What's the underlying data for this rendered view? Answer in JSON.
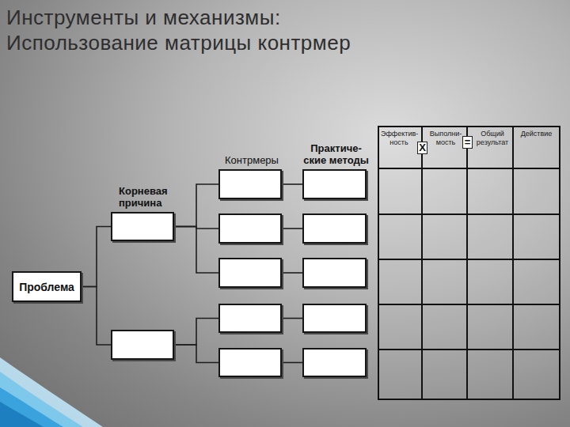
{
  "diagram": {
    "title": "Инструменты и механизмы: Использование матрицы контрмер",
    "nodes": [
      {
        "text": [
          "Проблема"
        ]
      },
      {
        "text": [
          "Корневая причина"
        ]
      },
      {
        "text": []
      },
      {
        "text": [
          "Контрмеры"
        ]
      },
      {
        "text": [
          "Практиче- ские методы"
        ]
      },
      {
        "text": []
      },
      {
        "text": []
      },
      {
        "text": []
      },
      {
        "text": []
      },
      {
        "text": []
      },
      {
        "text": []
      },
      {
        "text": []
      },
      {
        "text": []
      }
    ],
    "edges": [
      {
        "from": 0,
        "to": 1,
        "arrow": "none"
      },
      {
        "from": 0,
        "to": 2,
        "arrow": "none"
      },
      {
        "from": 1,
        "to": 3,
        "arrow": "none"
      },
      {
        "from": 1,
        "to": 5,
        "arrow": "none"
      },
      {
        "from": 1,
        "to": 7,
        "arrow": "none"
      },
      {
        "from": 2,
        "to": 9,
        "arrow": "none"
      },
      {
        "from": 2,
        "to": 11,
        "arrow": "none"
      },
      {
        "from": 3,
        "to": 4,
        "arrow": "none"
      },
      {
        "from": 5,
        "to": 6,
        "arrow": "none"
      },
      {
        "from": 7,
        "to": 8,
        "arrow": "none"
      },
      {
        "from": 9,
        "to": 10,
        "arrow": "none"
      },
      {
        "from": 11,
        "to": 12,
        "arrow": "none"
      }
    ],
    "labels": [
      "Эффектив- ность",
      "X",
      "Выполни- мость",
      "=",
      "Общий результат",
      "Действие"
    ]
  }
}
